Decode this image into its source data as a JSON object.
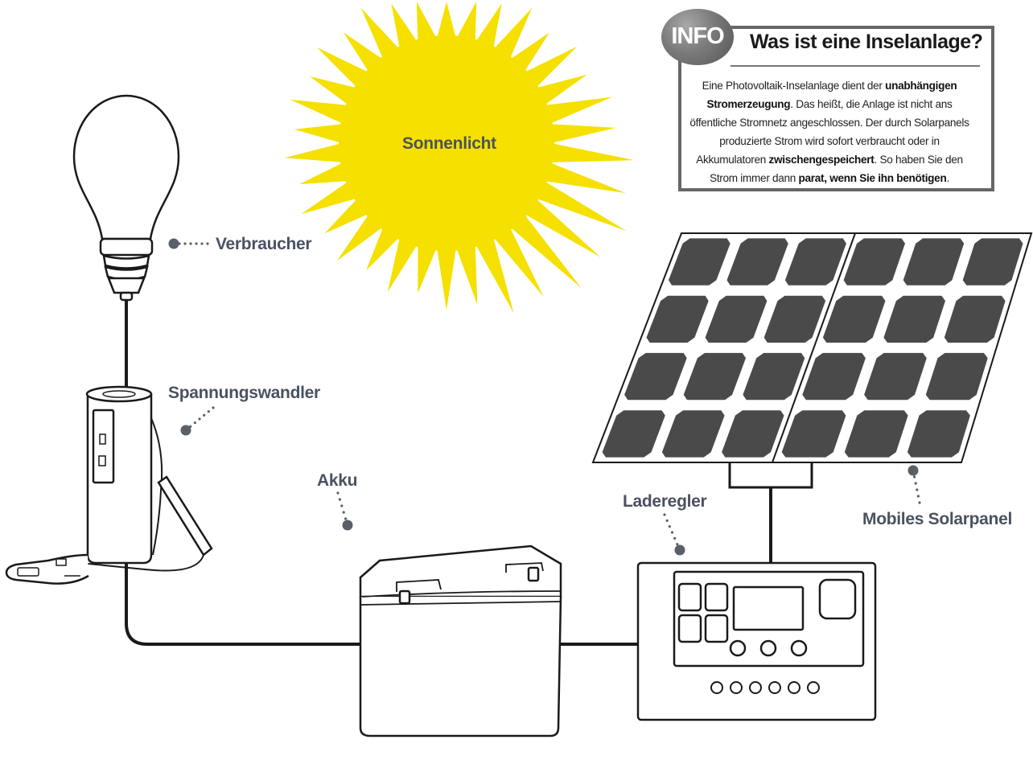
{
  "labels": {
    "sun": "Sonnenlicht",
    "consumer": "Verbraucher",
    "inverter": "Spannungswandler",
    "battery": "Akku",
    "controller": "Laderegler",
    "panel": "Mobiles Solarpanel"
  },
  "info": {
    "badge": "INFO",
    "title": "Was ist eine Inselanlage?",
    "text": {
      "p1": "Eine Photovoltaik-Inselanlage dient der ",
      "b1": "unabhängigen Stromerzeugung",
      "p2": ". Das heißt, die Anlage ist nicht ans öffentliche Stromnetz angeschlossen. Der durch Solarpanels produzierte Strom wird sofort verbraucht oder in Akkumulatoren ",
      "b2": "zwischengespeichert",
      "p3": ". So haben Sie den Strom immer dann ",
      "b3": "parat, wenn Sie ihn benötigen",
      "p4": "."
    }
  },
  "colors": {
    "sun": "#f5e000",
    "panel_cell": "#4a4a4a",
    "line": "#1a1a1a",
    "label_text": "#4a5260",
    "info_border": "#666666",
    "dot": "#5a5f68"
  }
}
